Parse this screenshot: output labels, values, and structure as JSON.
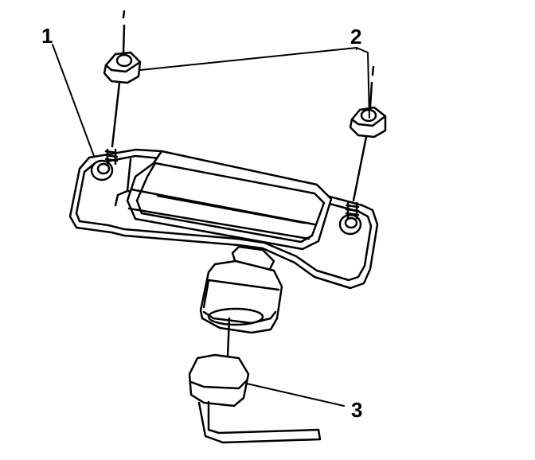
{
  "callouts": [
    {
      "id": "1",
      "text": "1"
    },
    {
      "id": "2",
      "text": "2"
    },
    {
      "id": "3",
      "text": "3"
    }
  ],
  "colors": {
    "line": "#000000",
    "background": "#ffffff",
    "fill": "#ffffff"
  }
}
